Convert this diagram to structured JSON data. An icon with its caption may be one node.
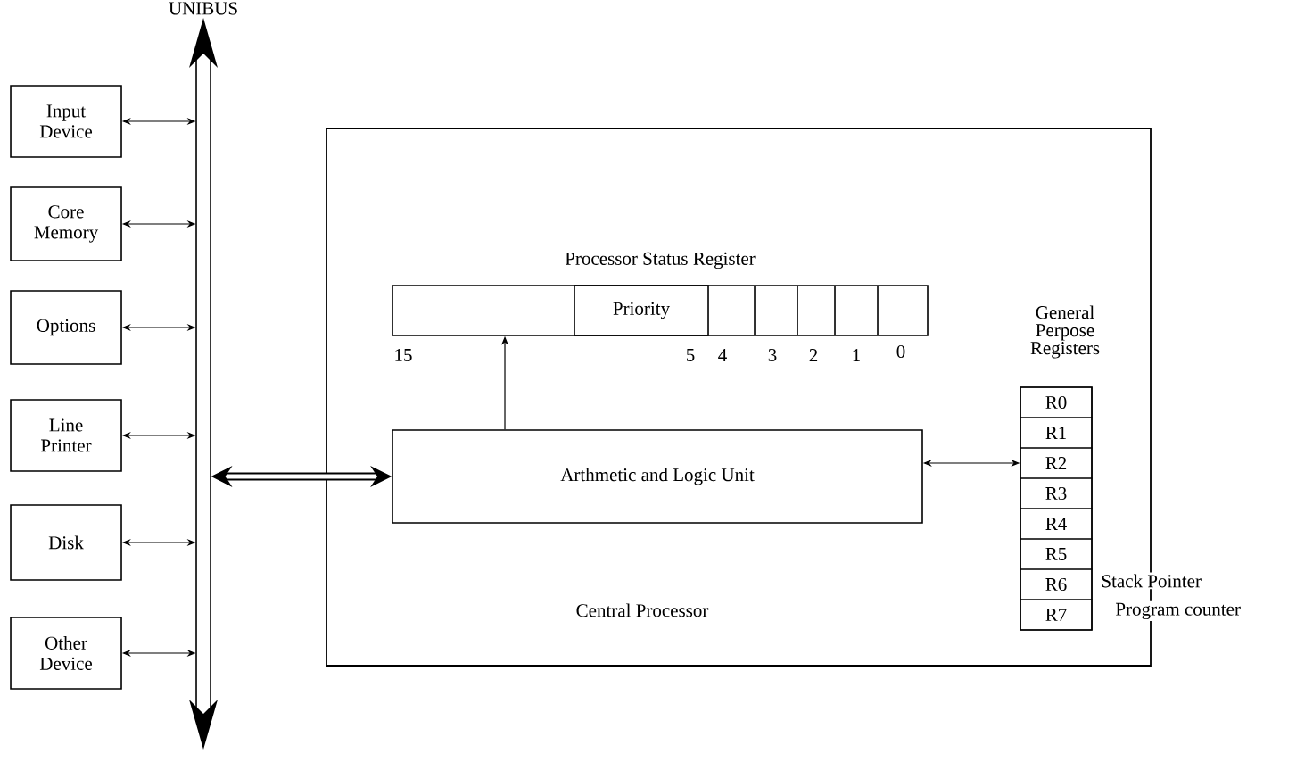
{
  "diagram": {
    "nodes": [
      {
        "text": [
          "UNIBUS"
        ]
      },
      {
        "text": [
          "Input Device"
        ]
      },
      {
        "text": [
          "Core Memory"
        ]
      },
      {
        "text": [
          "Options"
        ]
      },
      {
        "text": [
          "Line Printer"
        ]
      },
      {
        "text": [
          "Disk"
        ]
      },
      {
        "text": [
          "Other Device"
        ]
      },
      {
        "text": [
          "Central Processor"
        ]
      },
      {
        "text": [
          "Processor Status Register"
        ],
        "in": 7
      },
      {
        "text": [
          "Priority"
        ],
        "in": 8
      },
      {
        "text": [
          "Arthmetic and Logic Unit"
        ],
        "in": 7
      },
      {
        "text": [
          "General Perpose Registers"
        ],
        "in": 7
      },
      {
        "text": [
          "R0"
        ],
        "in": 11
      },
      {
        "text": [
          "R1"
        ],
        "in": 11
      },
      {
        "text": [
          "R2"
        ],
        "in": 11
      },
      {
        "text": [
          "R3"
        ],
        "in": 11
      },
      {
        "text": [
          "R4"
        ],
        "in": 11
      },
      {
        "text": [
          "R5"
        ],
        "in": 11
      },
      {
        "text": [
          "R6"
        ],
        "in": 11,
        "beside": [
          "Stack Pointer"
        ]
      },
      {
        "text": [
          "R7"
        ],
        "in": 11,
        "beside": [
          "Program counter"
        ]
      }
    ],
    "edges": [
      {
        "from": 1,
        "to": 0,
        "arrow": "both"
      },
      {
        "from": 2,
        "to": 0,
        "arrow": "both"
      },
      {
        "from": 3,
        "to": 0,
        "arrow": "both"
      },
      {
        "from": 4,
        "to": 0,
        "arrow": "both"
      },
      {
        "from": 5,
        "to": 0,
        "arrow": "both"
      },
      {
        "from": 6,
        "to": 0,
        "arrow": "both"
      },
      {
        "from": 0,
        "to": 10,
        "arrow": "both",
        "style": "thick"
      },
      {
        "from": 10,
        "to": 8,
        "arrow": "to"
      },
      {
        "from": 10,
        "to": 14,
        "arrow": "both"
      }
    ],
    "labels": [
      "15",
      "5",
      "4",
      "3",
      "2",
      "1",
      "0"
    ]
  }
}
